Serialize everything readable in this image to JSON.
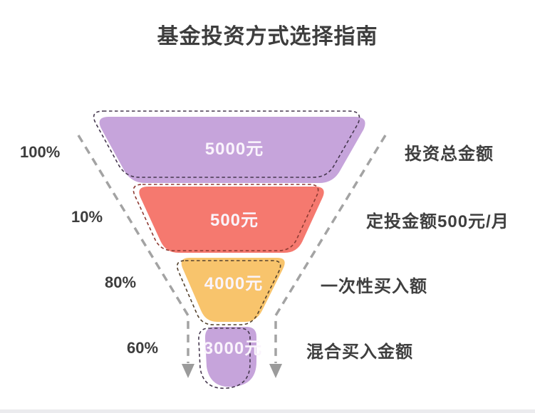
{
  "title": "基金投资方式选择指南",
  "chart_data": {
    "type": "funnel",
    "title": "基金投资方式选择指南",
    "orientation": "vertical",
    "legend": false,
    "stages": [
      {
        "value": 5000,
        "value_label": "5000元",
        "percent": "100%",
        "label": "投资总金额",
        "fill": "#c6a4db",
        "outline": "#46384f"
      },
      {
        "value": 500,
        "value_label": "500元",
        "percent": "10%",
        "label": "定投金额500元/月",
        "fill": "#f5796f",
        "outline": "#8e3b33"
      },
      {
        "value": 4000,
        "value_label": "4000元",
        "percent": "80%",
        "label": "一次性买入额",
        "fill": "#f8c46c",
        "outline": "#55432e"
      },
      {
        "value": 3000,
        "value_label": "3000元",
        "percent": "60%",
        "label": "混合买入金额",
        "fill": "#c6a4db",
        "outline": "#46384f"
      }
    ]
  },
  "colors": {
    "title_text": "#3d3d3d",
    "value_text": "#faf4fc",
    "guide": "#a3a3a3",
    "arrow": "#9b9b9b",
    "bottom_strip": "#ebebee"
  }
}
